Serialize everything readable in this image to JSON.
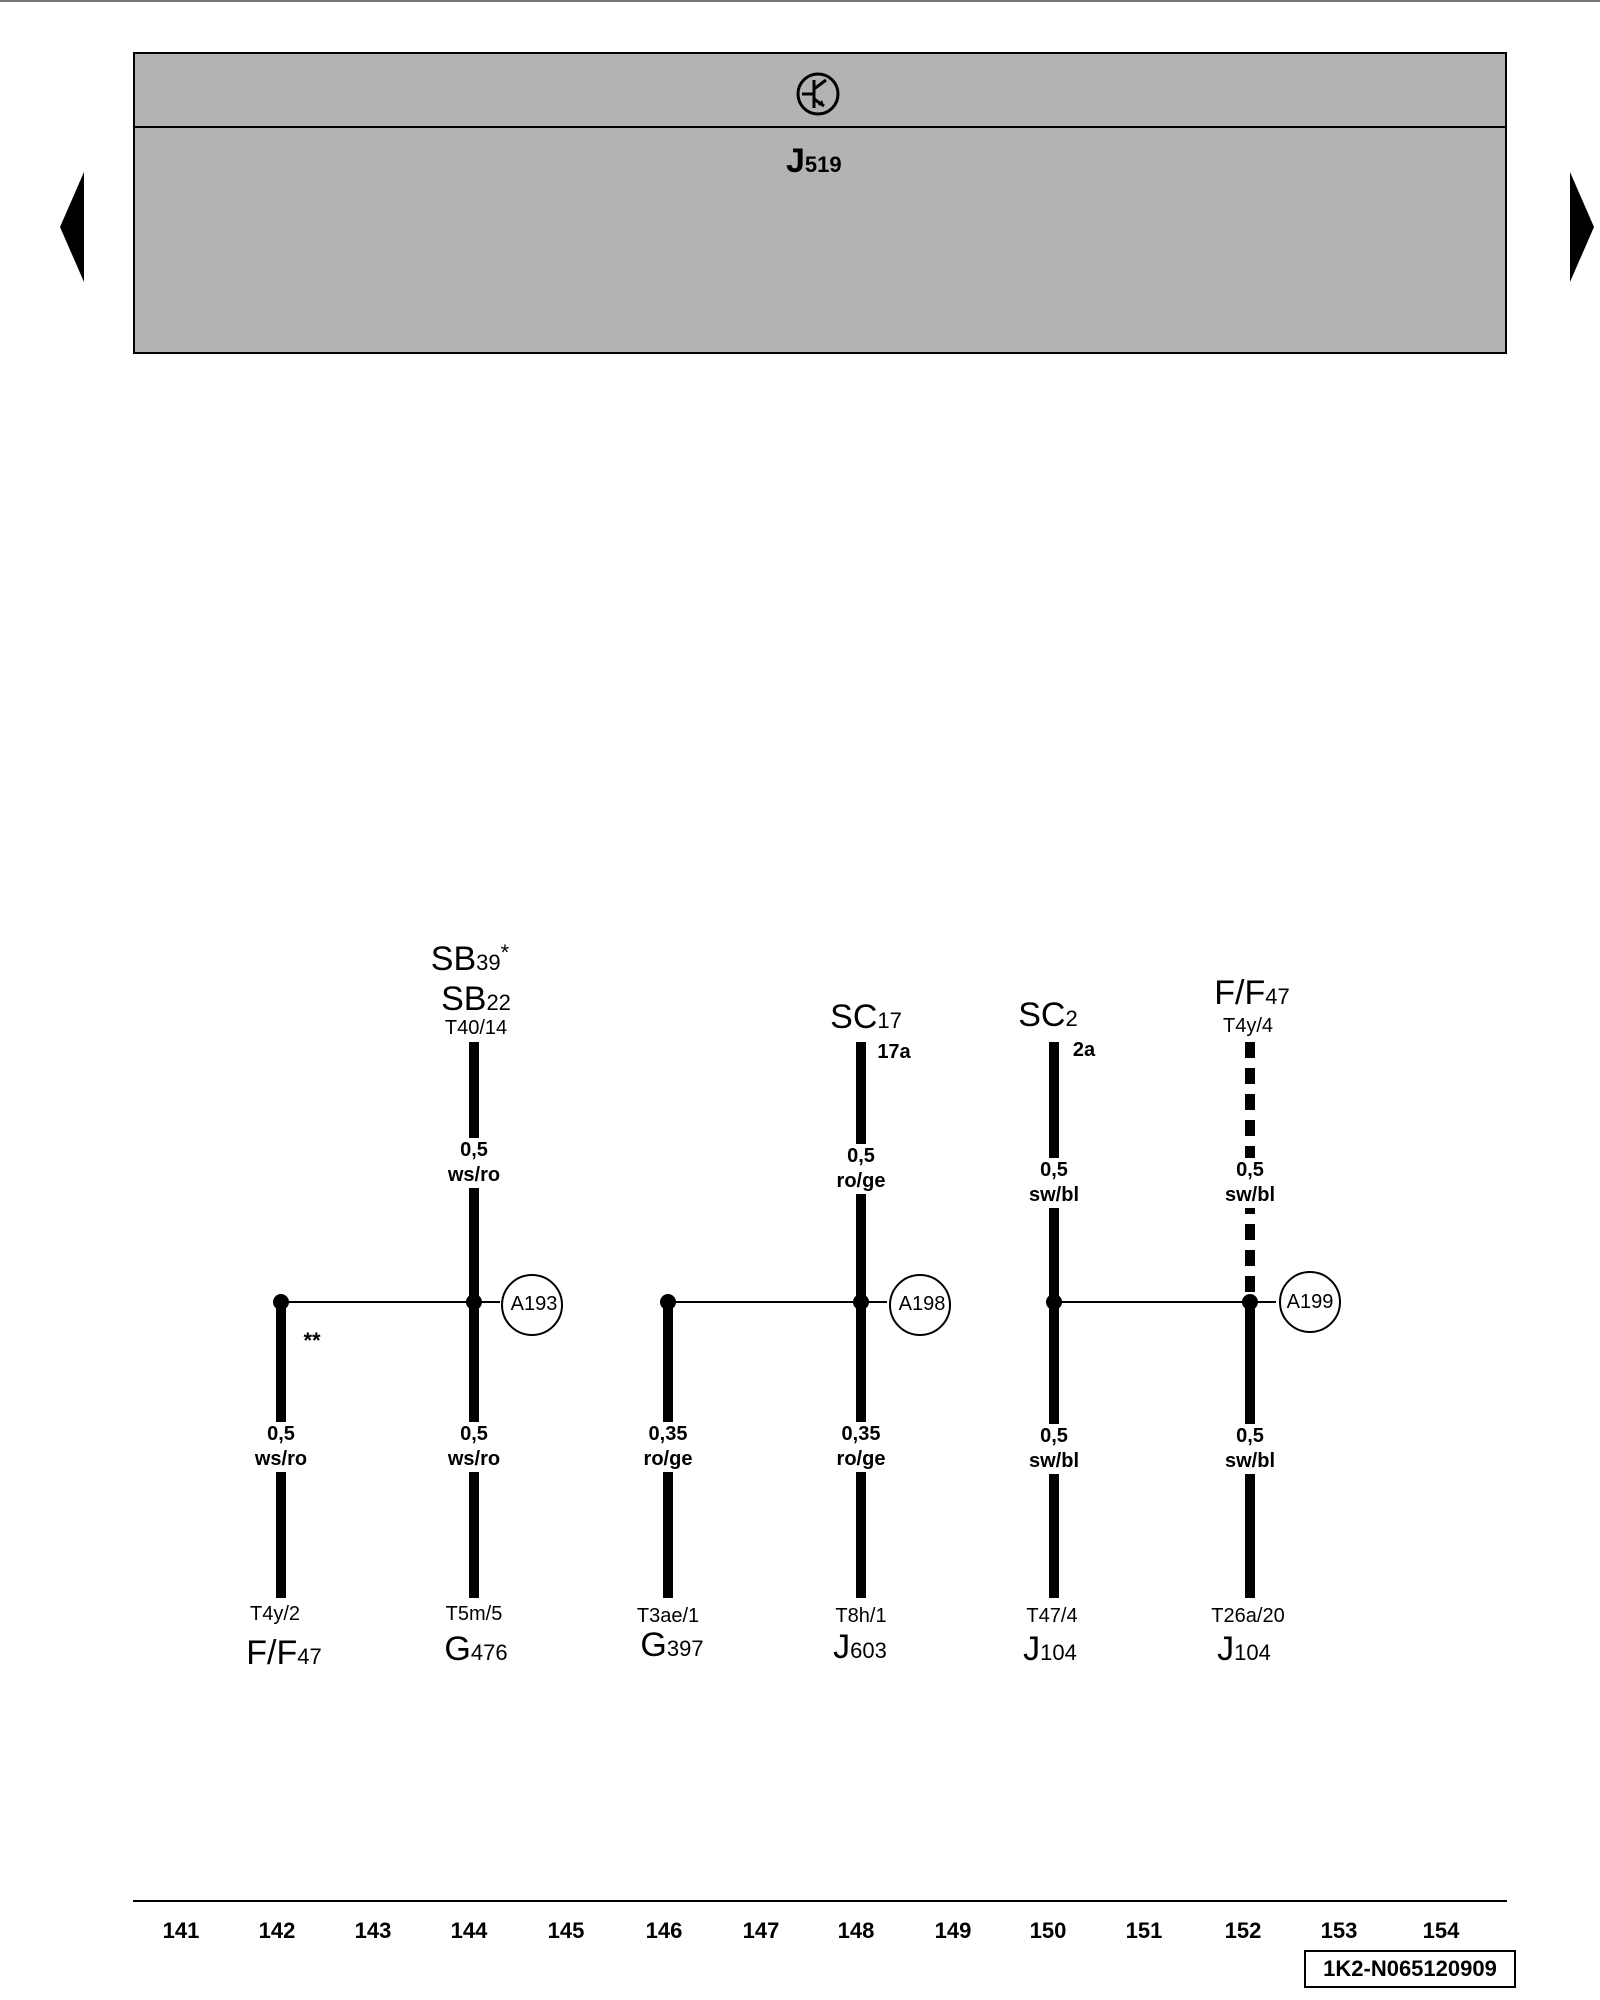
{
  "header": {
    "component_letter": "J",
    "component_number": "519"
  },
  "nav": {
    "prev_icon": "triangle-left-icon",
    "next_icon": "triangle-right-icon"
  },
  "circuits": {
    "c144": {
      "top_1_letters": "SB",
      "top_1_num": "39",
      "top_1_mark": "*",
      "top_2_letters": "SB",
      "top_2_num": "22",
      "top_term": "T40/14",
      "upper_size": "0,5",
      "upper_color": "ws/ro",
      "lower_size": "0,5",
      "lower_color": "ws/ro",
      "bot_term": "T5m/5",
      "bot_letter": "G",
      "bot_num": "476"
    },
    "c142": {
      "mark": "**",
      "size": "0,5",
      "color": "ws/ro",
      "bot_term": "T4y/2",
      "bot_letter": "F/F",
      "bot_num": "47"
    },
    "c146": {
      "size": "0,35",
      "color": "ro/ge",
      "bot_term": "T3ae/1",
      "bot_letter": "G",
      "bot_num": "397"
    },
    "c148": {
      "top_letters": "SC",
      "top_num": "17",
      "top_pin": "17a",
      "upper_size": "0,5",
      "upper_color": "ro/ge",
      "lower_size": "0,35",
      "lower_color": "ro/ge",
      "bot_term": "T8h/1",
      "bot_letter": "J",
      "bot_num": "603"
    },
    "c150": {
      "top_letters": "SC",
      "top_num": "2",
      "top_pin": "2a",
      "upper_size": "0,5",
      "upper_color": "sw/bl",
      "lower_size": "0,5",
      "lower_color": "sw/bl",
      "bot_term": "T47/4",
      "bot_letter": "J",
      "bot_num": "104"
    },
    "c152": {
      "top_letters": "F/F",
      "top_num": "47",
      "top_term": "T4y/4",
      "upper_size": "0,5",
      "upper_color": "sw/bl",
      "lower_size": "0,5",
      "lower_color": "sw/bl",
      "bot_term": "T26a/20",
      "bot_letter": "J",
      "bot_num": "104"
    }
  },
  "connectors": [
    "A193",
    "A198",
    "A199"
  ],
  "columns": [
    "141",
    "142",
    "143",
    "144",
    "145",
    "146",
    "147",
    "148",
    "149",
    "150",
    "151",
    "152",
    "153",
    "154"
  ],
  "doc_id": "1K2-N065120909"
}
